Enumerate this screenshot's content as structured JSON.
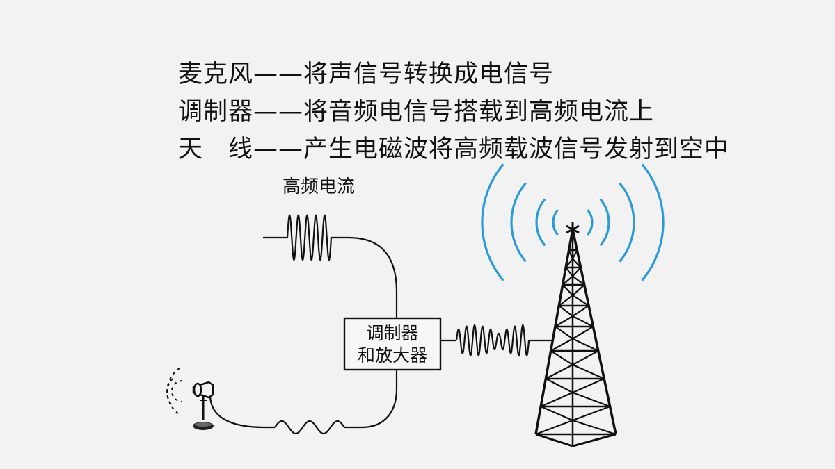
{
  "definitions": [
    {
      "term": "麦克风",
      "dash": "——",
      "desc": "将声信号转换成电信号"
    },
    {
      "term": "调制器",
      "dash": "——",
      "desc": "将音频电信号搭载到高频电流上"
    },
    {
      "term": "天　线",
      "dash": "——",
      "desc": "产生电磁波将高频载波信号发射到空中"
    }
  ],
  "diagram": {
    "hf_current_label": "高频电流",
    "modulator_line1": "调制器",
    "modulator_line2": "和放大器"
  },
  "colors": {
    "text": "#111111",
    "line": "#111111",
    "wave": "#2a9bd6",
    "background": "#f2f2f2"
  }
}
